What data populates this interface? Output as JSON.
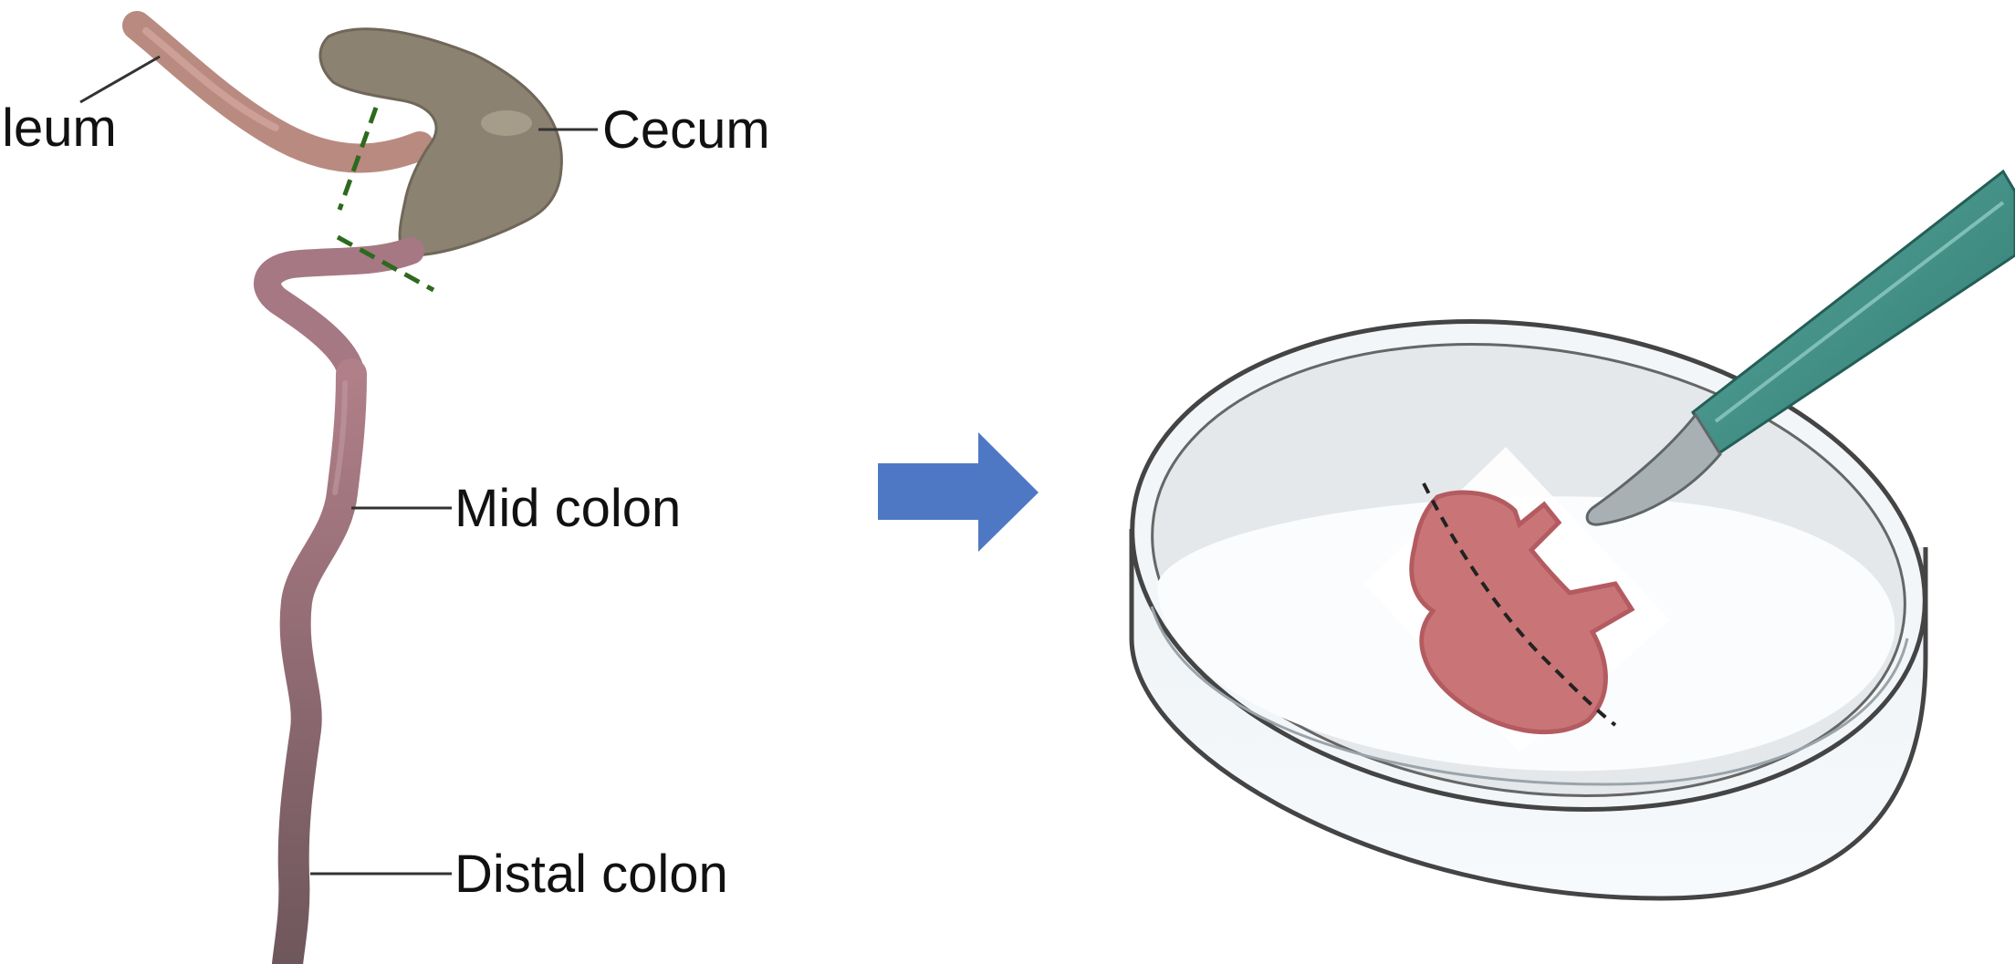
{
  "labels": {
    "ileum": "Ileum",
    "cecum": "Cecum",
    "mid_colon": "Mid colon",
    "distal_colon": "Distal colon"
  },
  "colors": {
    "arrow": "#4f78c4",
    "cut_line": "#2d6a1e",
    "tissue": "#c97577",
    "tissue_outline": "#b35b60",
    "ileum_tissue": "#b98a80",
    "cecum_tissue": "#8c8272",
    "colon_tissue": "#9a6c74",
    "scalpel_handle": "#3f8f86",
    "scalpel_blade": "#a9b0b3"
  }
}
